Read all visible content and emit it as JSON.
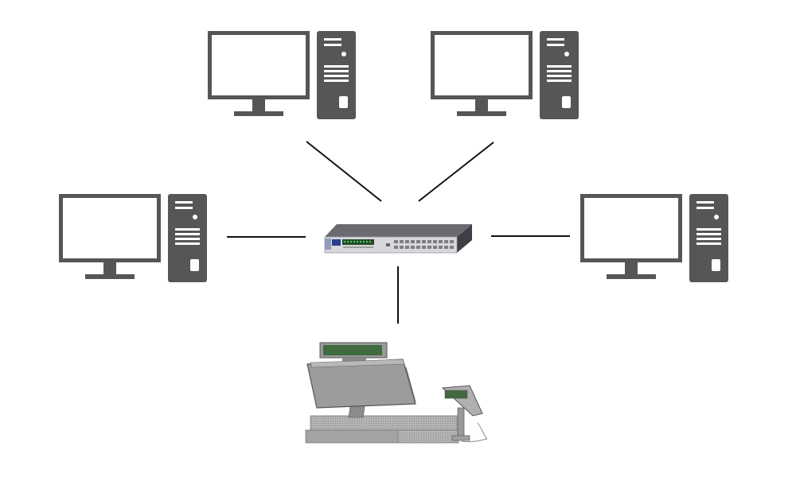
{
  "diagram": {
    "type": "network-topology",
    "colors": {
      "background": "#ffffff",
      "device_dark": "#565656",
      "screen": "#ffffff",
      "link": "#111111",
      "switch_body": "#d7d7dc",
      "switch_top": "#6a6a70",
      "switch_side": "#3e3e44",
      "switch_leds": "#2a8a3a",
      "pos_body": "#a3a3a3",
      "pos_display": "#3f6b3f"
    },
    "nodes": [
      {
        "id": "pc-top-left",
        "kind": "desktop-computer",
        "icon": "desktop-computer-icon"
      },
      {
        "id": "pc-top-right",
        "kind": "desktop-computer",
        "icon": "desktop-computer-icon"
      },
      {
        "id": "pc-left",
        "kind": "desktop-computer",
        "icon": "desktop-computer-icon"
      },
      {
        "id": "pc-right",
        "kind": "desktop-computer",
        "icon": "desktop-computer-icon"
      },
      {
        "id": "network-switch",
        "kind": "switch",
        "icon": "network-switch-icon"
      },
      {
        "id": "pos-terminal",
        "kind": "point-of-sale-terminal",
        "icon": "pos-terminal-icon"
      }
    ],
    "links": [
      {
        "from": "pc-top-left",
        "to": "network-switch"
      },
      {
        "from": "pc-top-right",
        "to": "network-switch"
      },
      {
        "from": "pc-left",
        "to": "network-switch"
      },
      {
        "from": "pc-right",
        "to": "network-switch"
      },
      {
        "from": "network-switch",
        "to": "pos-terminal"
      }
    ]
  }
}
